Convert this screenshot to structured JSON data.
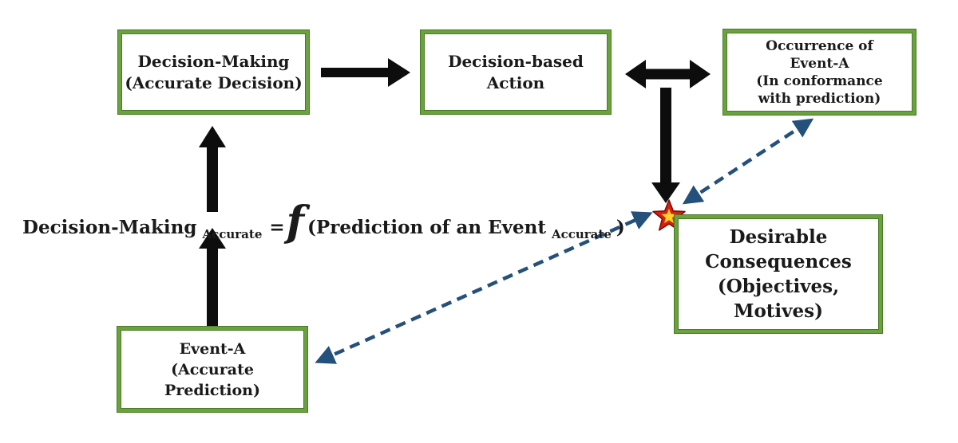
{
  "diagram": {
    "background": "#ffffff",
    "colors": {
      "box_border_green": "#6aa23f",
      "box_border_edge": "#4a7a24",
      "arrow_black": "#0d0d0d",
      "dashed_arrow_blue": "#24507c",
      "star_red": "#d61f0e",
      "star_outline_dark_red": "#7a0c06",
      "star_yellow": "#ffd22b",
      "text_black": "#1a1a1a"
    },
    "boxes": {
      "decision_making": {
        "lines": [
          "Decision-Making",
          "(Accurate Decision)"
        ]
      },
      "decision_based_action": {
        "lines": [
          "Decision-based",
          "Action"
        ]
      },
      "occurrence_event_a": {
        "lines": [
          "Occurrence of",
          "Event-A",
          "(In conformance",
          "with prediction)"
        ]
      },
      "desirable_consequences": {
        "lines": [
          "Desirable",
          "Consequences",
          "(Objectives,",
          "Motives)"
        ]
      },
      "event_a": {
        "lines": [
          "Event-A",
          "(Accurate",
          "Prediction)"
        ]
      }
    },
    "formula": {
      "lhs": "Decision-Making",
      "lhs_subscript": "Accurate",
      "equals": "=",
      "function_symbol": "f",
      "rhs": "(Prediction of an Event",
      "rhs_subscript": "Accurate",
      "rhs_close": ")"
    }
  }
}
